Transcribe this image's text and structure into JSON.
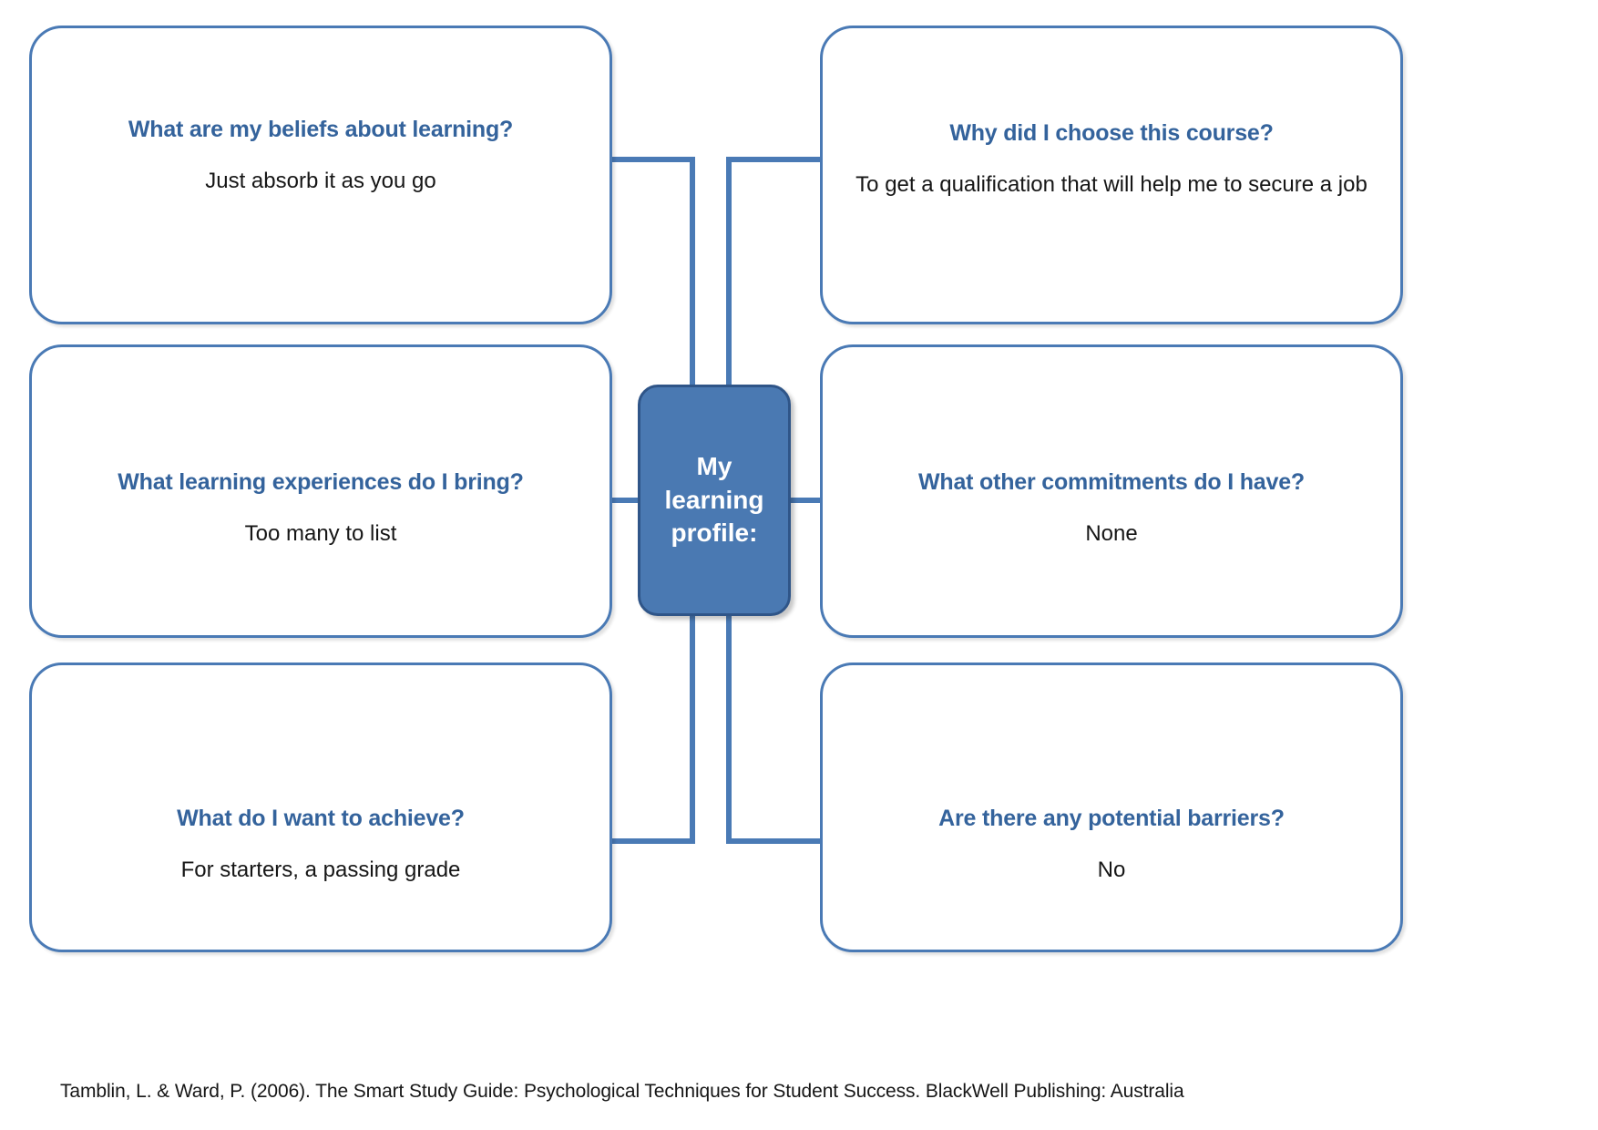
{
  "diagram": {
    "type": "mind-map",
    "title": "My learning profile",
    "center": {
      "label": "My learning profile:",
      "fill_color": "#4a79b2",
      "border_color": "#2f5588",
      "text_color": "#ffffff"
    },
    "style": {
      "node_border_color": "#4a7ab5",
      "node_fill_color": "#ffffff",
      "question_text_color": "#34639c",
      "answer_text_color": "#161616",
      "connector_color": "#4a7ab5"
    },
    "nodes": [
      {
        "id": "beliefs",
        "side": "left",
        "row": 1,
        "question": "What are my beliefs about learning?",
        "answer": "Just absorb it as you go"
      },
      {
        "id": "experiences",
        "side": "left",
        "row": 2,
        "question": "What learning experiences do I bring?",
        "answer": "Too many to list"
      },
      {
        "id": "achieve",
        "side": "left",
        "row": 3,
        "question": "What do I want to achieve?",
        "answer": "For starters, a passing grade"
      },
      {
        "id": "course",
        "side": "right",
        "row": 1,
        "question": "Why did I choose this course?",
        "answer": "To get a qualification that will help me to secure a job"
      },
      {
        "id": "commitments",
        "side": "right",
        "row": 2,
        "question": "What other commitments do I have?",
        "answer": "None"
      },
      {
        "id": "barriers",
        "side": "right",
        "row": 3,
        "question": "Are there any potential barriers?",
        "answer": "No"
      }
    ]
  },
  "citation": "Tamblin, L. & Ward, P. (2006). The Smart Study Guide: Psychological Techniques for Student Success. BlackWell Publishing: Australia"
}
